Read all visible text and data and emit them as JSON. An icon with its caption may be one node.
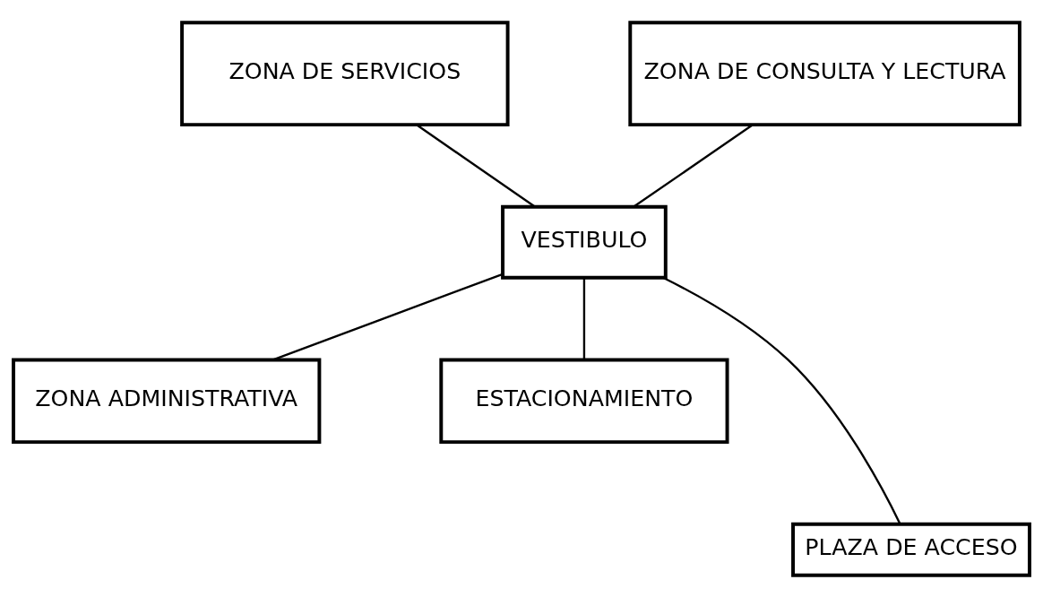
{
  "diagram": {
    "nodes": [
      {
        "text": [
          "ZONA DE SERVICIOS"
        ]
      },
      {
        "text": [
          "ZONA DE CONSULTA Y LECTURA"
        ]
      },
      {
        "text": [
          "VESTIBULO"
        ]
      },
      {
        "text": [
          "ZONA ADMINISTRATIVA"
        ]
      },
      {
        "text": [
          "ESTACIONAMIENTO"
        ]
      },
      {
        "text": [
          "PLAZA DE ACCESO"
        ]
      }
    ],
    "edges": [
      {
        "from": 0,
        "to": 2,
        "arrow": "none"
      },
      {
        "from": 1,
        "to": 2,
        "arrow": "none"
      },
      {
        "from": 2,
        "to": 3,
        "arrow": "none"
      },
      {
        "from": 2,
        "to": 4,
        "arrow": "none"
      },
      {
        "from": 2,
        "to": 5,
        "arrow": "none"
      }
    ]
  }
}
